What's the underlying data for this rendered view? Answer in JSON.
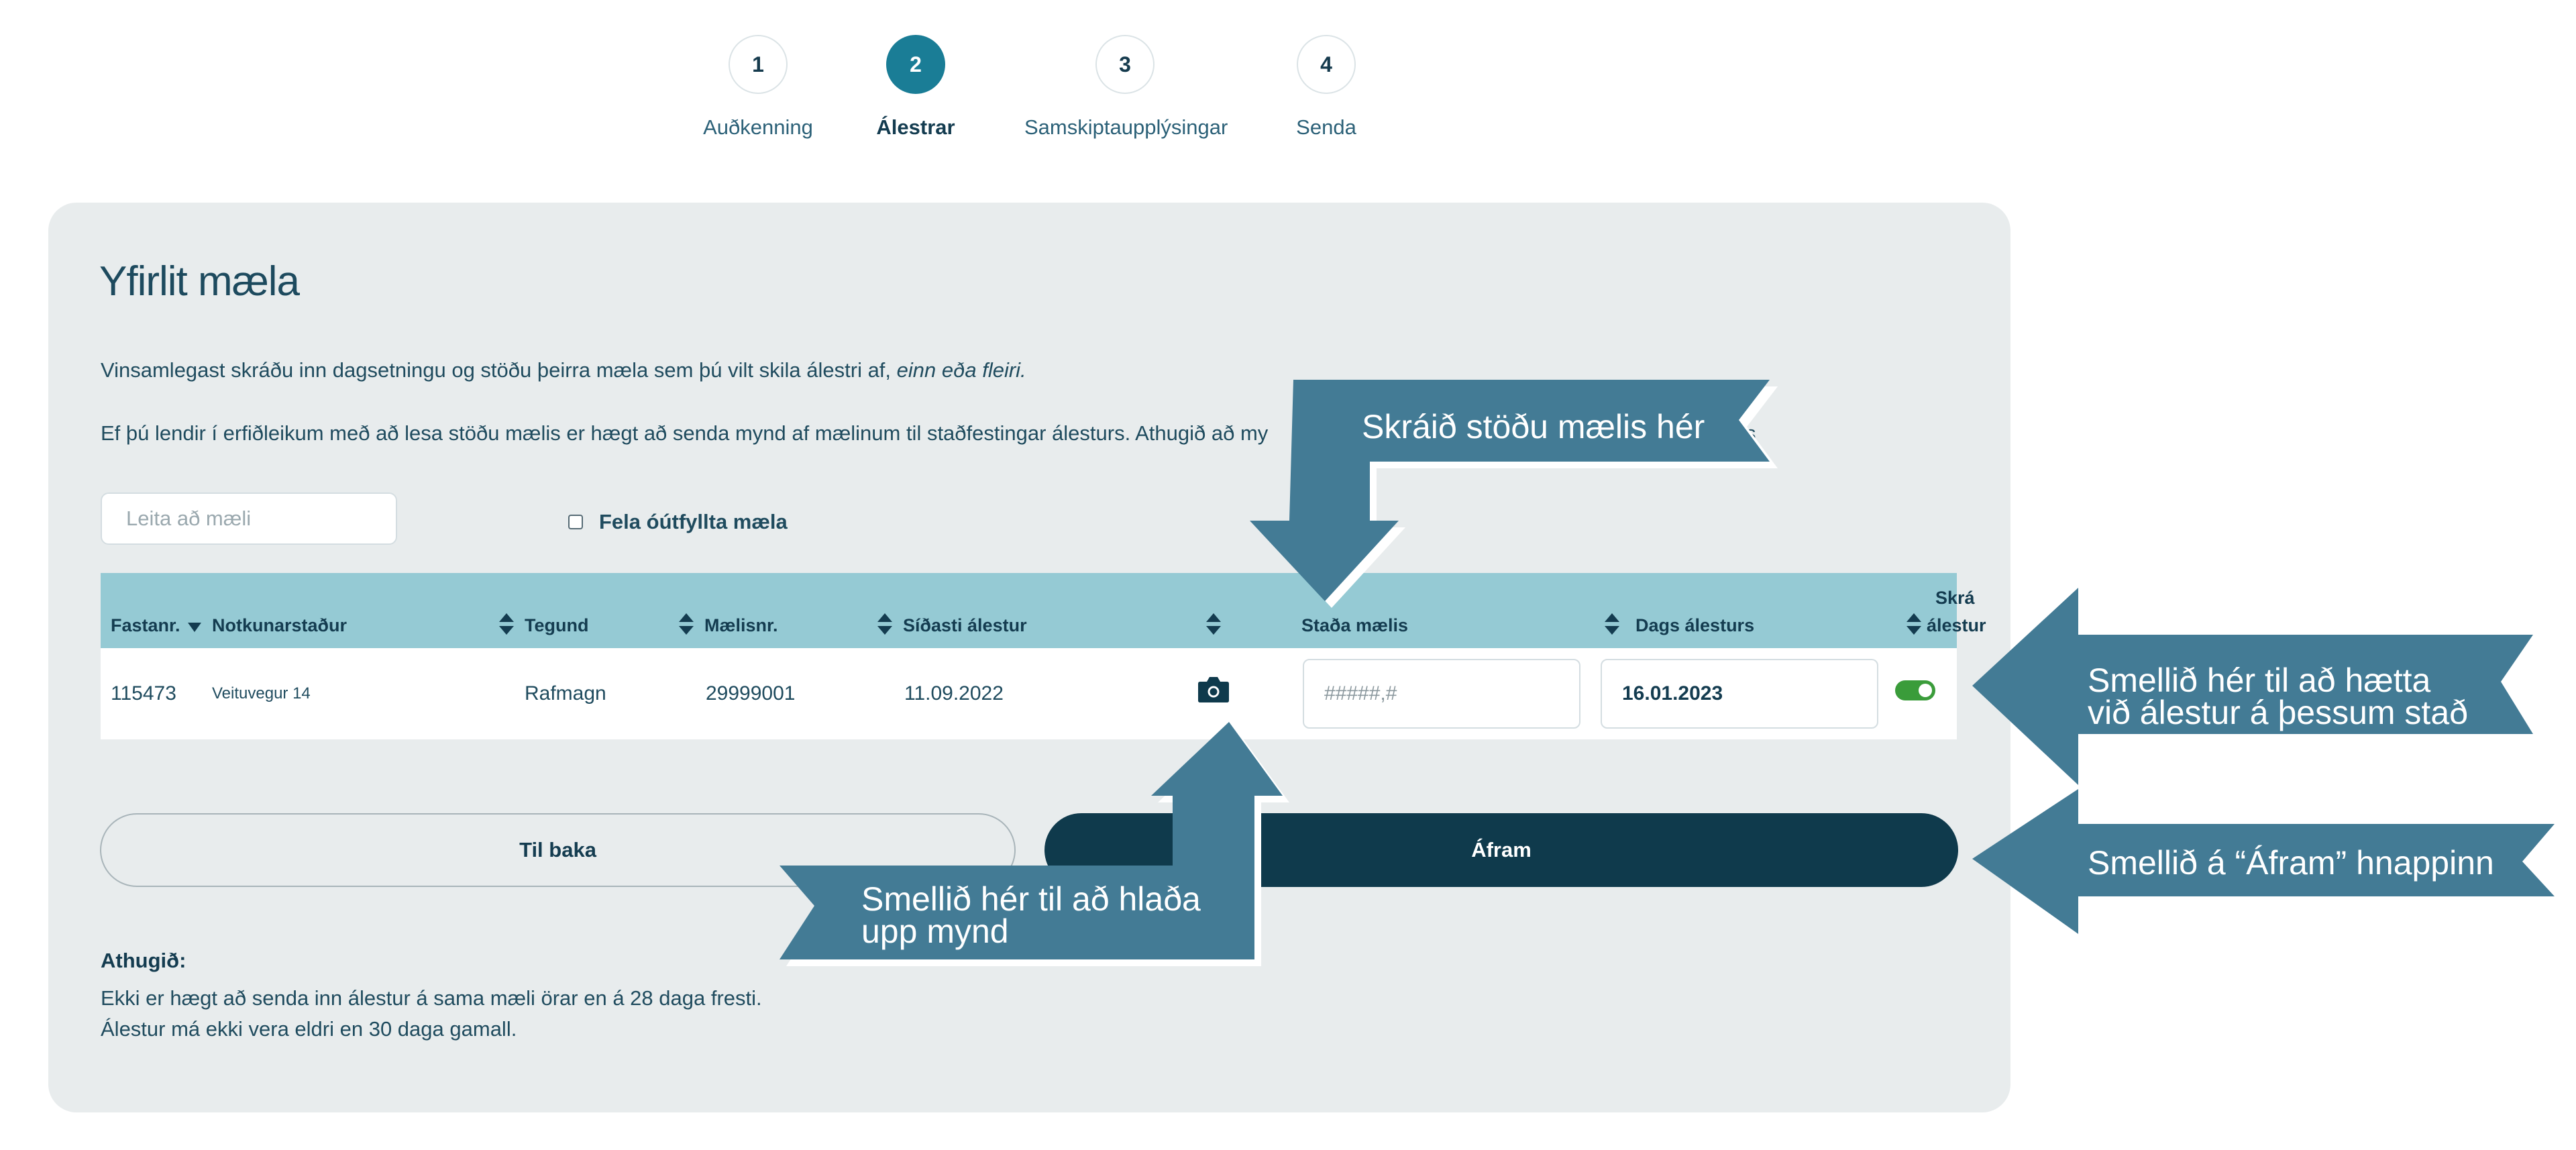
{
  "stepper": {
    "steps": [
      {
        "number": "1",
        "label": "Auðkenning"
      },
      {
        "number": "2",
        "label": "Álestrar"
      },
      {
        "number": "3",
        "label": "Samskiptaupplýsingar"
      },
      {
        "number": "4",
        "label": "Senda"
      }
    ],
    "active_step": 2
  },
  "card": {
    "title": "Yfirlit mæla",
    "intro1_text": "Vinsamlegast skráðu inn dagsetningu og stöðu þeirra mæla sem þú vilt skila álestri af, ",
    "intro1_emphasis": "einn eða fleiri.",
    "intro2_visible": "Ef þú lendir í erfiðleikum með að lesa stöðu mælis er hægt að senda mynd af mælinum til staðfestingar álesturs. Athugið að my",
    "intro2_tail": "s"
  },
  "search": {
    "placeholder": "Leita að mæli"
  },
  "filter": {
    "hide_empty_label": "Fela óútfyllta mæla",
    "checked": false
  },
  "table": {
    "columns": {
      "fastanr": "Fastanr.",
      "notkunarstadur": "Notkunarstaður",
      "tegund": "Tegund",
      "maelisnr": "Mælisnr.",
      "sidasti": "Síðasti álestur",
      "stada": "Staða mælis",
      "dags": "Dags álesturs",
      "skra_line1": "Skrá",
      "skra_line2": "álestur"
    },
    "rows": [
      {
        "fastanr": "115473",
        "notkunarstadur": "Veituvegur 14",
        "tegund": "Rafmagn",
        "maelisnr": "29999001",
        "sidasti": "11.09.2022",
        "stada_placeholder": "#####,#",
        "dags": "16.01.2023",
        "skra_enabled": true
      }
    ]
  },
  "buttons": {
    "back": "Til baka",
    "next": "Áfram"
  },
  "notes": {
    "title": "Athugið:",
    "line1": "Ekki er hægt að senda inn álestur á sama mæli örar en á 28 daga fresti.",
    "line2": "Álestur má ekki vera eldri en 30 daga gamall."
  },
  "annotations": {
    "status": "Skráið stöðu mælis hér",
    "cancel_line1": "Smellið hér til að hætta",
    "cancel_line2": "við álestur á þessum stað",
    "next": "Smellið á “Áfram” hnappinn",
    "upload_line1": "Smellið hér til að hlaða",
    "upload_line2": "upp mynd"
  },
  "colors": {
    "accent": "#1a7d96",
    "header_row": "#95cad4",
    "card_bg": "#e8eced",
    "primary_button": "#0f3a4c",
    "toggle_on": "#3a9c3a",
    "callout": "#437b95"
  },
  "icons": {
    "camera": "camera-icon",
    "sort": "sort-icon",
    "sort_desc": "sort-desc-icon",
    "toggle": "toggle-icon"
  }
}
